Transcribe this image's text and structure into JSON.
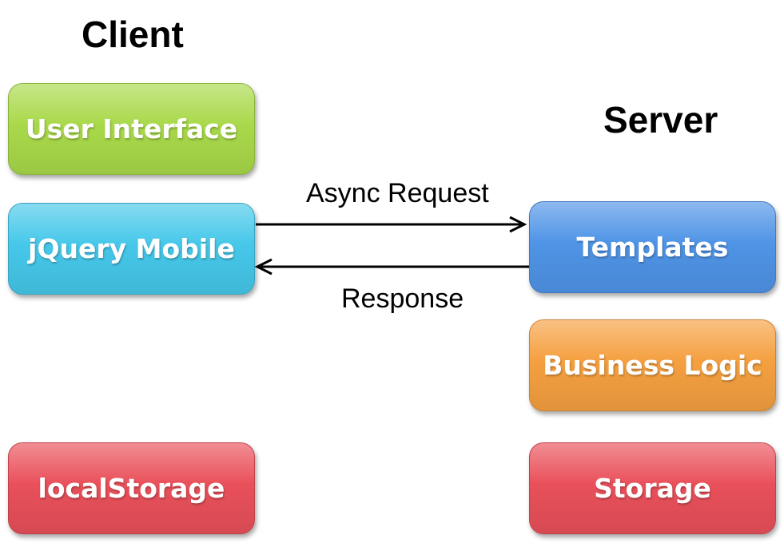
{
  "headings": {
    "client": "Client",
    "server": "Server"
  },
  "client": {
    "ui": {
      "label": "User Interface",
      "color": "#a9d94a"
    },
    "jqm": {
      "label": "jQuery Mobile",
      "color": "#46c8ea"
    },
    "local_storage": {
      "label": "localStorage",
      "color": "#e9505a"
    }
  },
  "server": {
    "templates": {
      "label": "Templates",
      "color": "#4f94e6"
    },
    "business_logic": {
      "label": "Business Logic",
      "color": "#f5a040"
    },
    "storage": {
      "label": "Storage",
      "color": "#e9505a"
    }
  },
  "arrows": {
    "request": "Async Request",
    "response": "Response"
  }
}
